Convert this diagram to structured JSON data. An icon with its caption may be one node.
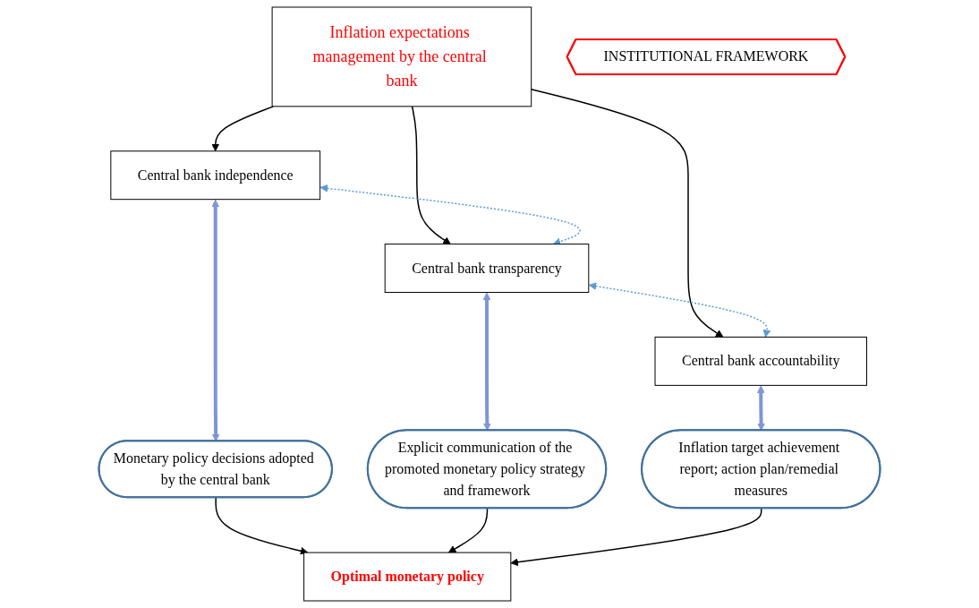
{
  "diagram": {
    "nodes": [
      {
        "text": [
          "Inflation expectations management by the central bank"
        ]
      },
      {
        "text": [
          "INSTITUTIONAL FRAMEWORK"
        ]
      },
      {
        "text": [
          "Central bank independence"
        ]
      },
      {
        "text": [
          "Central bank transparency"
        ]
      },
      {
        "text": [
          "Central bank accountability"
        ]
      },
      {
        "text": [
          "Monetary policy decisions adopted by the central bank"
        ]
      },
      {
        "text": [
          "Explicit communication of the promoted monetary policy strategy and framework"
        ]
      },
      {
        "text": [
          "Inflation target achievement report; action plan/remedial measures"
        ]
      },
      {
        "text": [
          "Optimal monetary policy"
        ]
      }
    ],
    "edges": [
      {
        "from": 0,
        "to": 2,
        "arrow": "to"
      },
      {
        "from": 0,
        "to": 3,
        "arrow": "to"
      },
      {
        "from": 0,
        "to": 4,
        "arrow": "to"
      },
      {
        "from": 2,
        "to": 3,
        "arrow": "both",
        "style": "dashed",
        "color": "#5b9bd5"
      },
      {
        "from": 3,
        "to": 4,
        "arrow": "both",
        "style": "dashed",
        "color": "#5b9bd5"
      },
      {
        "from": 2,
        "to": 5,
        "arrow": "both",
        "style": "thick",
        "color": "#7f96d4"
      },
      {
        "from": 3,
        "to": 6,
        "arrow": "both",
        "style": "thick",
        "color": "#7f96d4"
      },
      {
        "from": 4,
        "to": 7,
        "arrow": "both",
        "style": "thick",
        "color": "#7f96d4"
      },
      {
        "from": 5,
        "to": 8,
        "arrow": "to"
      },
      {
        "from": 6,
        "to": 8,
        "arrow": "to"
      },
      {
        "from": 7,
        "to": 8,
        "arrow": "to"
      }
    ]
  }
}
